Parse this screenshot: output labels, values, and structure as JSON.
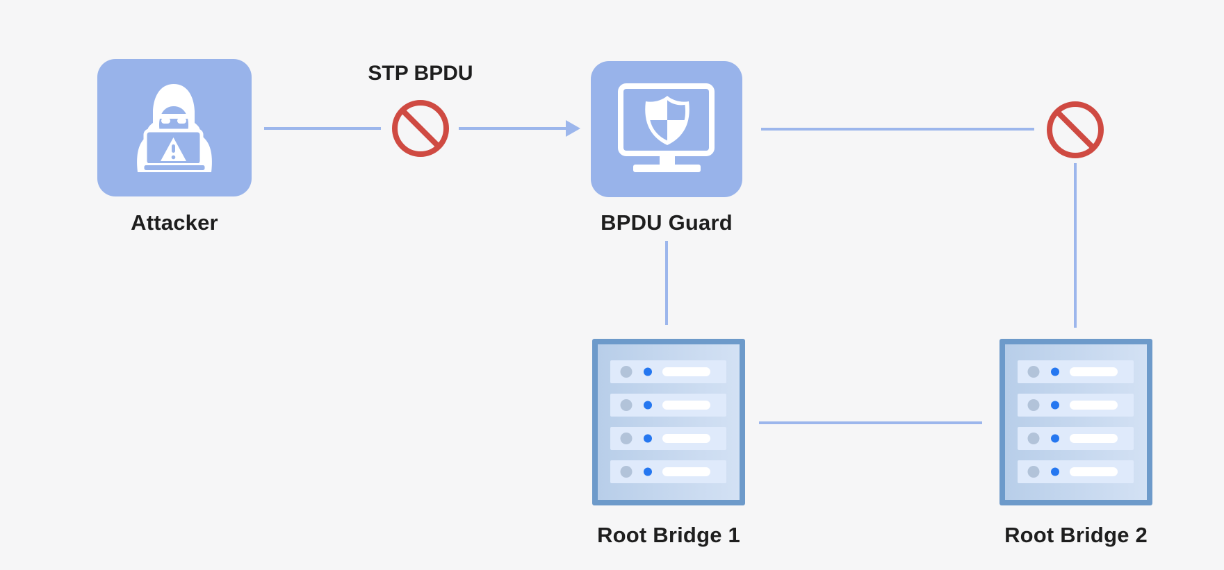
{
  "diagram": {
    "type": "network-security-diagram",
    "topic": "BPDU Guard blocking STP BPDU attack",
    "nodes": {
      "attacker": {
        "label": "Attacker",
        "icon": "hacker-icon"
      },
      "bpdu_guard": {
        "label": "BPDU Guard",
        "icon": "monitor-shield-icon"
      },
      "root_bridge_1": {
        "label": "Root Bridge 1",
        "icon": "server-icon"
      },
      "root_bridge_2": {
        "label": "Root Bridge 2",
        "icon": "server-icon"
      }
    },
    "edges": {
      "attacker_to_guard": {
        "from": "attacker",
        "to": "bpdu_guard",
        "label": "STP BPDU",
        "status": "blocked",
        "marker": "no-entry-icon",
        "direction": "arrow-right"
      },
      "guard_to_root_bridge_2": {
        "from": "bpdu_guard",
        "to": "root_bridge_2",
        "status": "blocked",
        "marker": "no-entry-icon"
      },
      "guard_to_root_bridge_1": {
        "from": "bpdu_guard",
        "to": "root_bridge_1",
        "status": "connected"
      },
      "root_bridge_1_to_root_bridge_2": {
        "from": "root_bridge_1",
        "to": "root_bridge_2",
        "status": "connected"
      }
    },
    "colors": {
      "background": "#f6f6f7",
      "node_fill": "#98b3ea",
      "connector": "#9cb6ec",
      "blocked_red": "#cf4a42",
      "server_border": "#6d9aca",
      "server_body_dark": "#b8cee9",
      "server_body_light": "#d3e1f4",
      "server_slot": "#dfeafb",
      "led_gray": "#b2c3d9",
      "led_blue": "#2577f0",
      "icon_white": "#ffffff",
      "label_text": "#1e1e1e"
    }
  }
}
